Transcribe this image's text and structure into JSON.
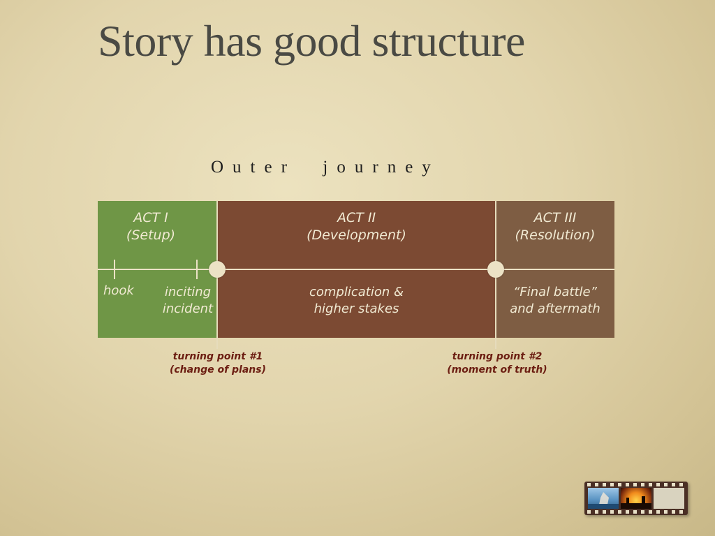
{
  "slide": {
    "title": "Story has good structure",
    "subtitle": "Outer  journey"
  },
  "acts": [
    {
      "name": "ACT I",
      "subtitle": "(Setup)",
      "color": "#6f9646"
    },
    {
      "name": "ACT II",
      "subtitle": "(Development)",
      "color": "#7c4a33"
    },
    {
      "name": "ACT III",
      "subtitle": "(Resolution)",
      "color": "#7e5d43"
    }
  ],
  "beats": {
    "hook": "hook",
    "inciting_1": "inciting",
    "inciting_2": "incident",
    "complication_1": "complication &",
    "complication_2": "higher stakes",
    "final_1": "“Final battle”",
    "final_2": "and aftermath"
  },
  "turning_points": [
    {
      "line1": "turning point #1",
      "line2": "(change of plans)"
    },
    {
      "line1": "turning point #2",
      "line2": "(moment of truth)"
    }
  ],
  "colors": {
    "turning_point_text": "#6c1e12",
    "background": "#e2d5ad"
  }
}
